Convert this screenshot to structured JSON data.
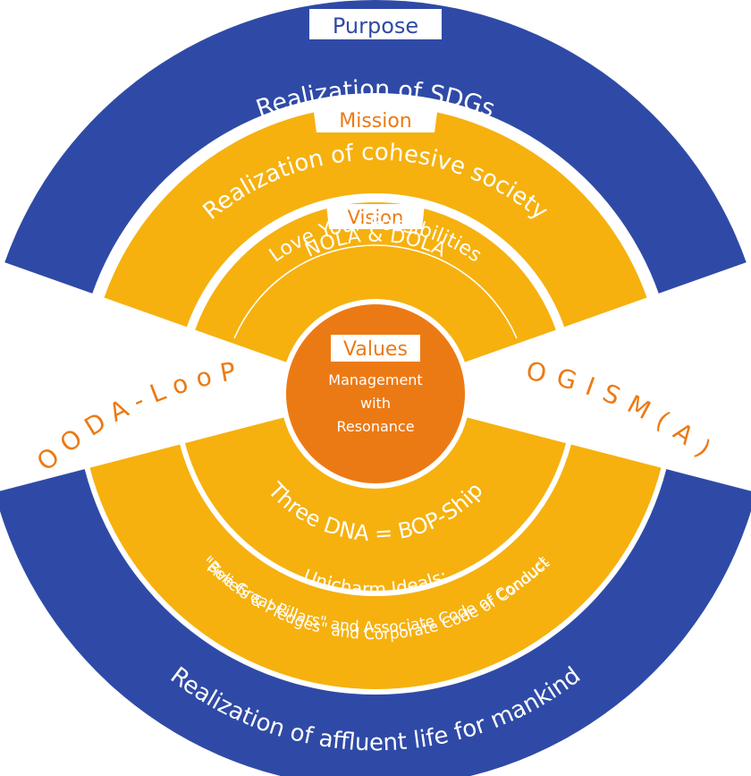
{
  "colors": {
    "blue": "#2f4aa6",
    "ring_orange": "#f6b10f",
    "center_orange": "#ec7a14",
    "accent_text": "#ec7a14",
    "white": "#ffffff"
  },
  "purpose": {
    "label": "Purpose",
    "text": "Realization of SDGs"
  },
  "mission": {
    "label": "Mission",
    "text": "Realization of cohesive society"
  },
  "vision": {
    "label": "Vision",
    "line1": "Love Your Possibilities",
    "line2": "NOLA & DOLA"
  },
  "values": {
    "label": "Values",
    "line1": "Management",
    "line2": "with",
    "line3": "Resonance"
  },
  "side_labels": {
    "left": "OODA-LooP",
    "right": "OGISM(A)"
  },
  "three_dna": {
    "text": "Three DNA = BOP-Ship"
  },
  "codes": {
    "line1": "\"Beliefs & Pledges\" and Corporate Code of Conduct",
    "line2": "\"Five Great Pillars\" and Associate Code of Conduct"
  },
  "ideals": {
    "line1": "Unicharm Ideals:",
    "line2": "Realization of affluent life for mankind"
  }
}
